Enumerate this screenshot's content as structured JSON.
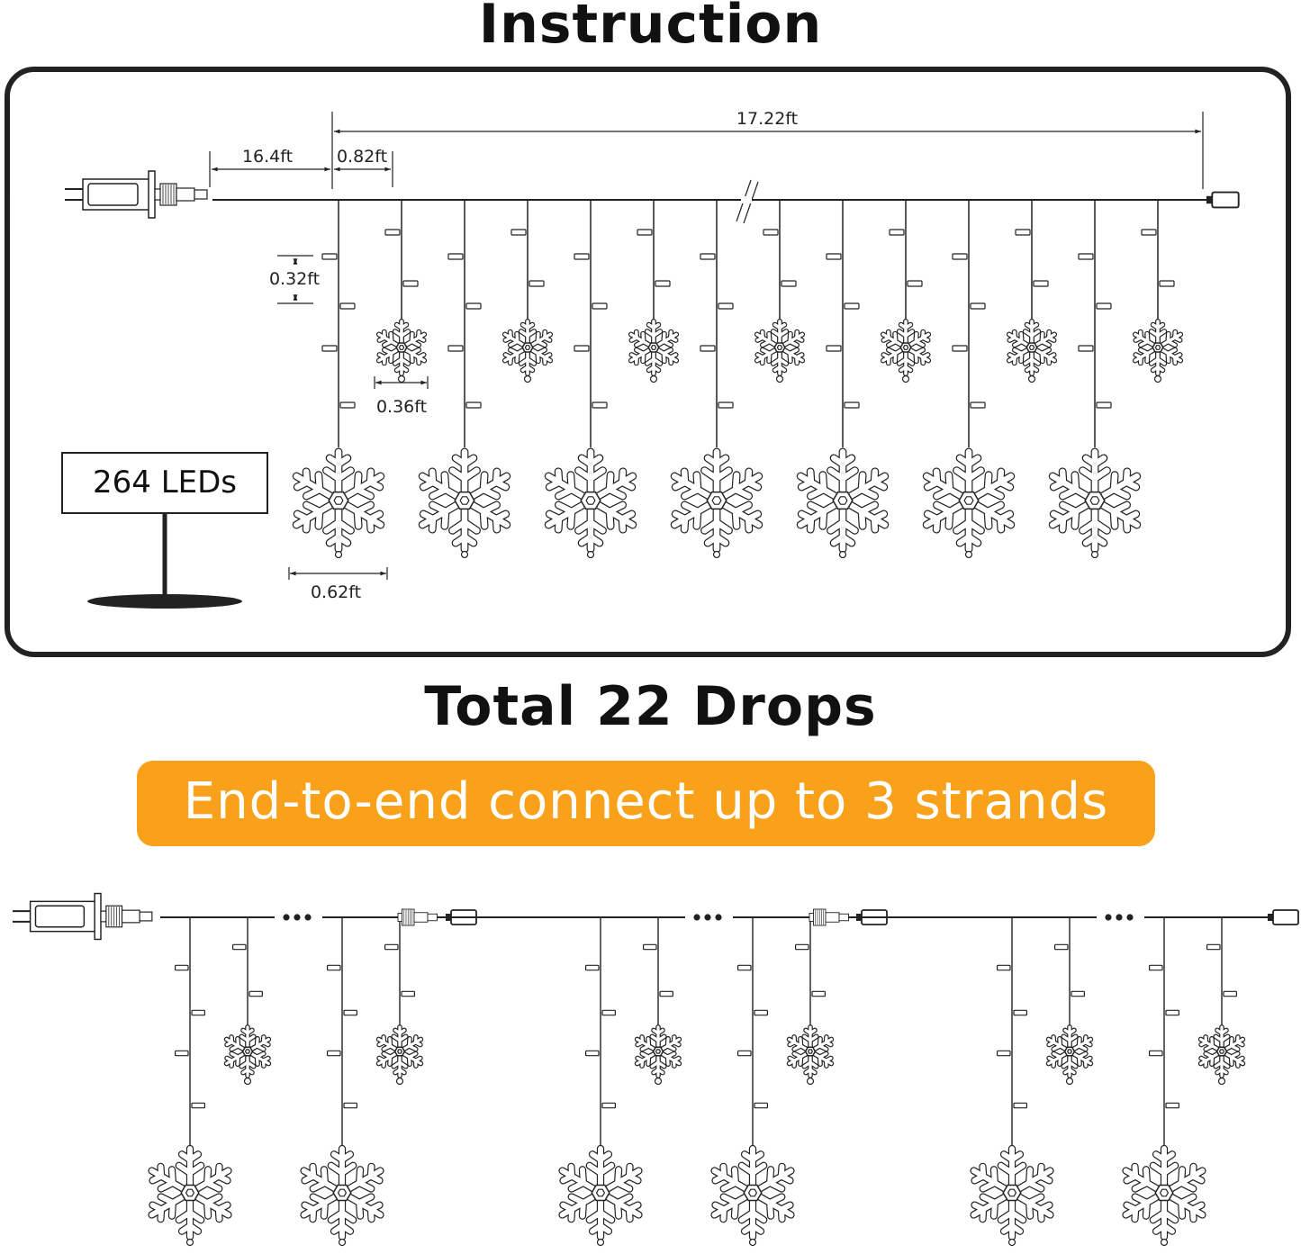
{
  "title": "Instruction",
  "dimensions": {
    "total_length": "17.22ft",
    "lead_cable": "16.4ft",
    "drop_spacing": "0.82ft",
    "led_spacing": "0.32ft",
    "small_snowflake_width": "0.36ft",
    "large_snowflake_width": "0.62ft"
  },
  "led_count_label": "264 LEDs",
  "drops_label": "Total 22 Drops",
  "banner": "End-to-end connect up to 3 strands",
  "colors": {
    "banner": "#F9A11B",
    "line": "#222222",
    "text": "#111111"
  }
}
